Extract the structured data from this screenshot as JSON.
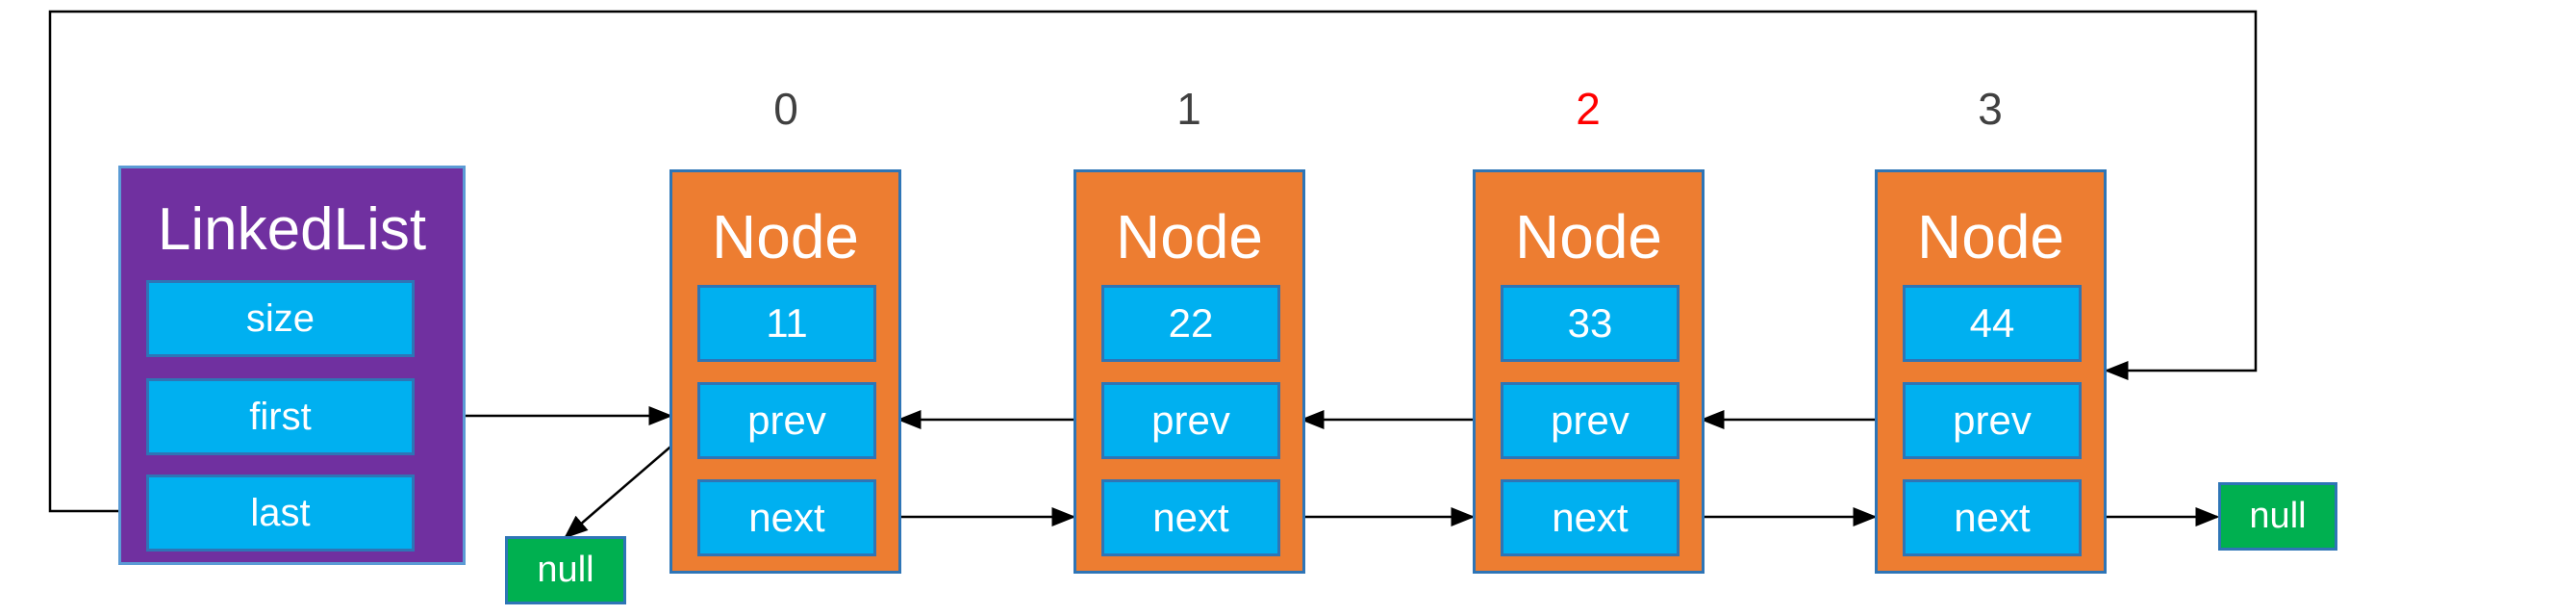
{
  "linkedlist": {
    "title": "LinkedList",
    "fields": [
      "size",
      "first",
      "last"
    ]
  },
  "nodes": [
    {
      "index": "0",
      "title": "Node",
      "value": "11",
      "prev": "prev",
      "next": "next",
      "highlight": false
    },
    {
      "index": "1",
      "title": "Node",
      "value": "22",
      "prev": "prev",
      "next": "next",
      "highlight": false
    },
    {
      "index": "2",
      "title": "Node",
      "value": "33",
      "prev": "prev",
      "next": "next",
      "highlight": true
    },
    {
      "index": "3",
      "title": "Node",
      "value": "44",
      "prev": "prev",
      "next": "next",
      "highlight": false
    }
  ],
  "null_labels": [
    "null",
    "null"
  ],
  "colors": {
    "linkedlist_fill": "#7030a0",
    "node_fill": "#ed7d31",
    "field_fill": "#00b0f0",
    "null_fill": "#00b050",
    "highlight_index": "#ff0000"
  }
}
